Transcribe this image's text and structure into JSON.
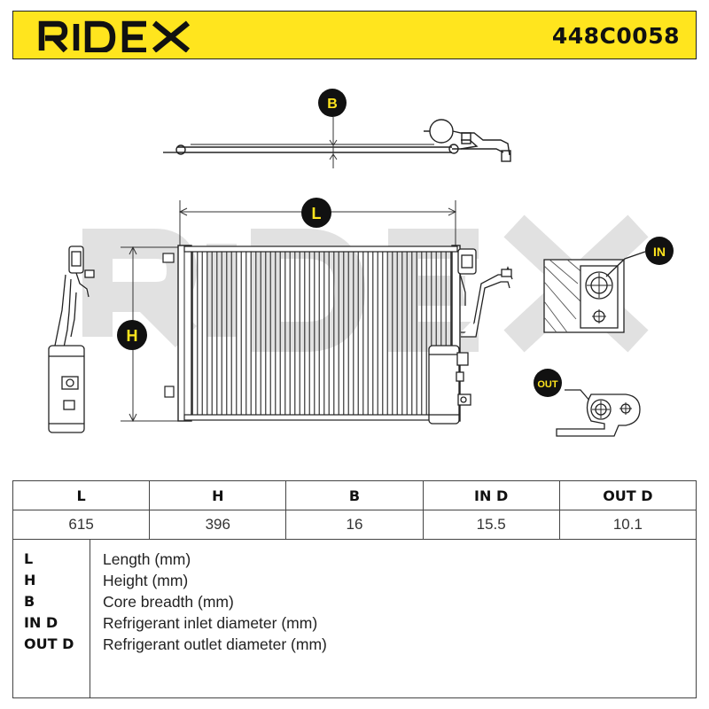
{
  "brand": {
    "name": "RIDEX",
    "color": "#ffe51e"
  },
  "part_number": "448C0058",
  "callouts": {
    "b": "B",
    "l": "L",
    "h": "H",
    "in": "IN",
    "out": "OUT"
  },
  "table": {
    "headers": [
      "L",
      "H",
      "B",
      "IN D",
      "OUT D"
    ],
    "values": [
      "615",
      "396",
      "16",
      "15.5",
      "10.1"
    ]
  },
  "legend": [
    {
      "key": "L",
      "desc": "Length (mm)"
    },
    {
      "key": "H",
      "desc": "Height (mm)"
    },
    {
      "key": "B",
      "desc": "Core breadth (mm)"
    },
    {
      "key": "IN D",
      "desc": "Refrigerant inlet diameter (mm)"
    },
    {
      "key": "OUT D",
      "desc": "Refrigerant outlet diameter (mm)"
    }
  ]
}
